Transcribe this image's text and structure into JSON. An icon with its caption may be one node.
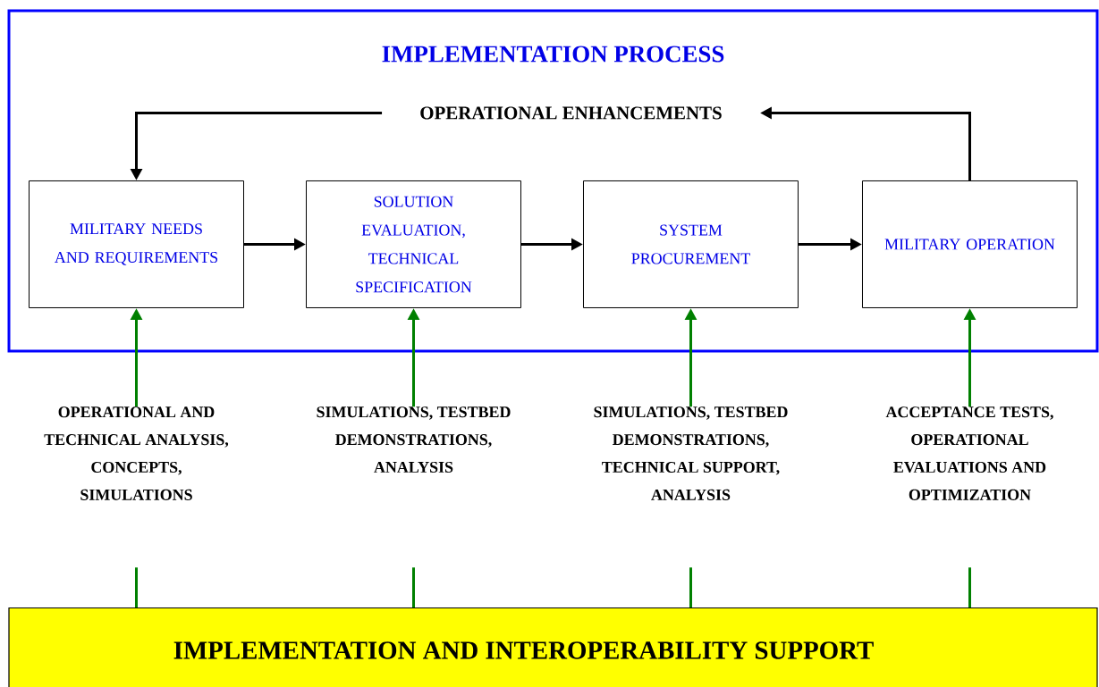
{
  "diagram": {
    "nodes": [
      {
        "text": [
          "IMPLEMENTATION PROCESS"
        ]
      },
      {
        "text": [
          "OPERATIONAL ENHANCEMENTS"
        ],
        "in": 0
      },
      {
        "text": [
          "MILITARY NEEDS AND REQUIREMENTS"
        ],
        "in": 0
      },
      {
        "text": [
          "SOLUTION EVALUATION, TECHNICAL SPECIFICATION"
        ],
        "in": 0
      },
      {
        "text": [
          "SYSTEM PROCUREMENT"
        ],
        "in": 0
      },
      {
        "text": [
          "MILITARY OPERATION"
        ],
        "in": 0
      },
      {
        "text": [
          "IMPLEMENTATION AND INTEROPERABILITY SUPPORT"
        ]
      }
    ],
    "edges": [
      {
        "from": 1,
        "to": 2,
        "arrow": "to"
      },
      {
        "from": 2,
        "to": 3,
        "arrow": "to"
      },
      {
        "from": 3,
        "to": 4,
        "arrow": "to"
      },
      {
        "from": 4,
        "to": 5,
        "arrow": "to"
      },
      {
        "from": 5,
        "to": 1,
        "arrow": "to"
      },
      {
        "from": 6,
        "to": 2,
        "arrow": "to",
        "color": "#008000",
        "label": "OPERATIONAL AND TECHNICAL ANALYSIS, CONCEPTS, SIMULATIONS"
      },
      {
        "from": 6,
        "to": 3,
        "arrow": "to",
        "color": "#008000",
        "label": "SIMULATIONS, TESTBED DEMONSTRATIONS, ANALYSIS"
      },
      {
        "from": 6,
        "to": 4,
        "arrow": "to",
        "color": "#008000",
        "label": "SIMULATIONS, TESTBED DEMONSTRATIONS, TECHNICAL SUPPORT, ANALYSIS"
      },
      {
        "from": 6,
        "to": 5,
        "arrow": "to",
        "color": "#008000",
        "label": "ACCEPTANCE TESTS, OPERATIONAL EVALUATIONS AND OPTIMIZATION"
      }
    ]
  }
}
